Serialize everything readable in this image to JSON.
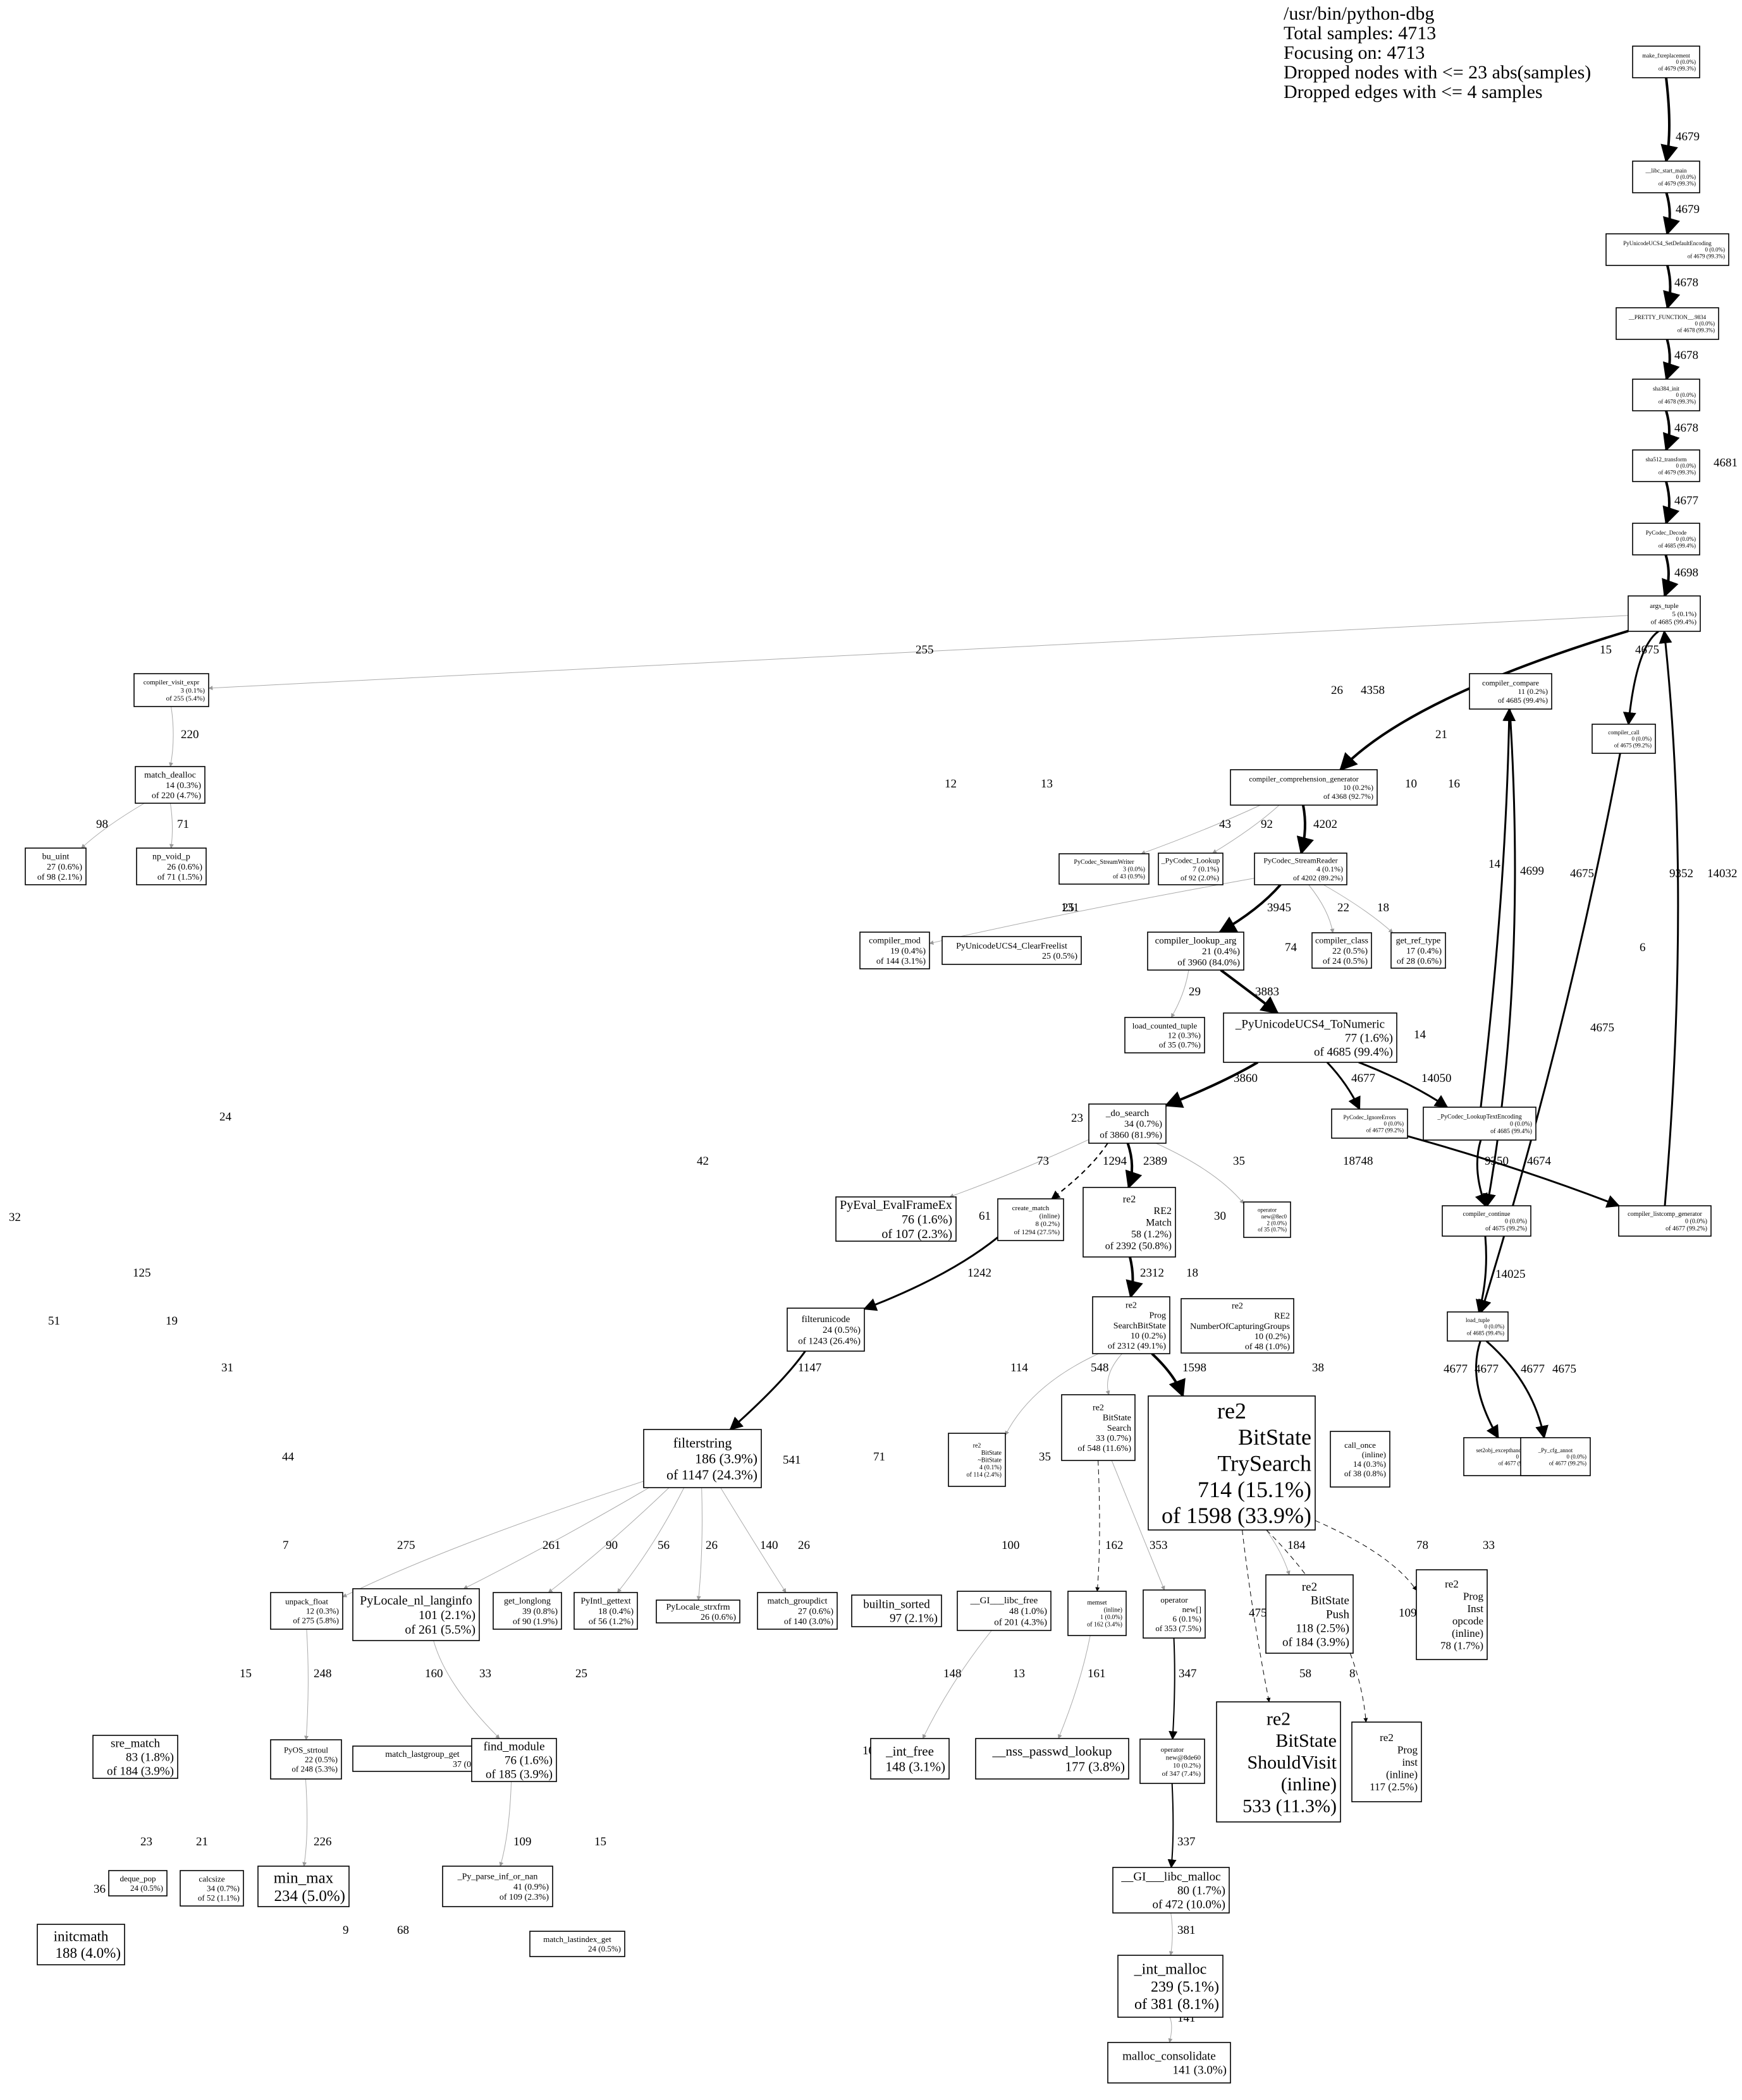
{
  "header": {
    "binary": "/usr/bin/python-dbg",
    "total_samples": "Total samples: 4713",
    "focusing": "Focusing on: 4713",
    "dropped_nodes": "Dropped nodes with <= 23 abs(samples)",
    "dropped_edges": "Dropped edges with <= 4 samples"
  },
  "nodes": [
    {
      "id": "make_fxreplacement",
      "lines": [
        "make_fxreplacement",
        "0 (0.0%)",
        "of 4679 (99.3%)"
      ]
    },
    {
      "id": "libc_start_main",
      "lines": [
        "__libc_start_main",
        "0 (0.0%)",
        "of 4679 (99.3%)"
      ]
    },
    {
      "id": "PyUnicodeUCS4_SetDefaultEncoding",
      "lines": [
        "PyUnicodeUCS4_SetDefaultEncoding",
        "0 (0.0%)",
        "of 4679 (99.3%)"
      ]
    },
    {
      "id": "PRETTY_FUNCTION_9834",
      "lines": [
        "__PRETTY_FUNCTION__.9834",
        "0 (0.0%)",
        "of 4678 (99.3%)"
      ]
    },
    {
      "id": "sha384_init",
      "lines": [
        "sha384_init",
        "0 (0.0%)",
        "of 4678 (99.3%)"
      ]
    },
    {
      "id": "sha512_transform",
      "lines": [
        "sha512_transform",
        "0 (0.0%)",
        "of 4679 (99.3%)"
      ]
    },
    {
      "id": "PyCodec_Decode",
      "lines": [
        "PyCodec_Decode",
        "0 (0.0%)",
        "of 4685 (99.4%)"
      ]
    },
    {
      "id": "args_tuple",
      "lines": [
        "args_tuple",
        "5 (0.1%)",
        "of 4685 (99.4%)"
      ]
    },
    {
      "id": "compiler_visit_expr",
      "lines": [
        "compiler_visit_expr",
        "3 (0.1%)",
        "of 255 (5.4%)"
      ]
    },
    {
      "id": "compiler_compare",
      "lines": [
        "compiler_compare",
        "11 (0.2%)",
        "of 4685 (99.4%)"
      ]
    },
    {
      "id": "compiler_call",
      "lines": [
        "compiler_call",
        "0 (0.0%)",
        "of 4675 (99.2%)"
      ]
    },
    {
      "id": "match_dealloc",
      "lines": [
        "match_dealloc",
        "14 (0.3%)",
        "of 220 (4.7%)"
      ]
    },
    {
      "id": "compiler_comprehension_generator",
      "lines": [
        "compiler_comprehension_generator",
        "10 (0.2%)",
        "of 4368 (92.7%)"
      ]
    },
    {
      "id": "bu_uint",
      "lines": [
        "bu_uint",
        "27 (0.6%)",
        "of 98 (2.1%)"
      ]
    },
    {
      "id": "np_void_p",
      "lines": [
        "np_void_p",
        "26 (0.6%)",
        "of 71 (1.5%)"
      ]
    },
    {
      "id": "PyCodec_StreamWriter",
      "lines": [
        "PyCodec_StreamWriter",
        "3 (0.0%)",
        "of 43 (0.9%)"
      ]
    },
    {
      "id": "PyCodec_Lookup",
      "lines": [
        "_PyCodec_Lookup",
        "7 (0.1%)",
        "of 92 (2.0%)"
      ]
    },
    {
      "id": "PyCodec_StreamReader",
      "lines": [
        "PyCodec_StreamReader",
        "4 (0.1%)",
        "of 4202 (89.2%)"
      ]
    },
    {
      "id": "compiler_mod",
      "lines": [
        "compiler_mod",
        "19 (0.4%)",
        "of 144 (3.1%)"
      ]
    },
    {
      "id": "PyUnicodeUCS4_ClearFreelist",
      "lines": [
        "PyUnicodeUCS4_ClearFreelist",
        "25 (0.5%)"
      ]
    },
    {
      "id": "compiler_lookup_arg",
      "lines": [
        "compiler_lookup_arg",
        "21 (0.4%)",
        "of 3960 (84.0%)"
      ]
    },
    {
      "id": "compiler_class",
      "lines": [
        "compiler_class",
        "22 (0.5%)",
        "of 24 (0.5%)"
      ]
    },
    {
      "id": "get_ref_type",
      "lines": [
        "get_ref_type",
        "17 (0.4%)",
        "of 28 (0.6%)"
      ]
    },
    {
      "id": "load_counted_tuple",
      "lines": [
        "load_counted_tuple",
        "12 (0.3%)",
        "of 35 (0.7%)"
      ]
    },
    {
      "id": "PyUnicodeUCS4_ToNumeric",
      "lines": [
        "_PyUnicodeUCS4_ToNumeric",
        "77 (1.6%)",
        "of 4685 (99.4%)"
      ]
    },
    {
      "id": "do_search",
      "lines": [
        "_do_search",
        "34 (0.7%)",
        "of 3860 (81.9%)"
      ]
    },
    {
      "id": "PyCodec_IgnoreErrors",
      "lines": [
        "PyCodec_IgnoreErrors",
        "0 (0.0%)",
        "of 4677 (99.2%)"
      ]
    },
    {
      "id": "PyCodec_LookupTextEncoding",
      "lines": [
        "_PyCodec_LookupTextEncoding",
        "0 (0.0%)",
        "of 4685 (99.4%)"
      ]
    },
    {
      "id": "PyEval_EvalFrameEx",
      "lines": [
        "PyEval_EvalFrameEx",
        "76 (1.6%)",
        "of 107 (2.3%)"
      ]
    },
    {
      "id": "create_match",
      "lines": [
        "create_match",
        "(inline)",
        "8 (0.2%)",
        "of 1294 (27.5%)"
      ]
    },
    {
      "id": "RE2_Match",
      "lines": [
        "re2",
        "RE2",
        "Match",
        "58 (1.2%)",
        "of 2392 (50.8%)"
      ]
    },
    {
      "id": "operator_new_8ec0",
      "lines": [
        "operator",
        "new@8ec0",
        "2 (0.0%)",
        "of 35 (0.7%)"
      ]
    },
    {
      "id": "compiler_continue",
      "lines": [
        "compiler_continue",
        "0 (0.0%)",
        "of 4675 (99.2%)"
      ]
    },
    {
      "id": "compiler_listcomp_generator",
      "lines": [
        "compiler_listcomp_generator",
        "0 (0.0%)",
        "of 4677 (99.2%)"
      ]
    },
    {
      "id": "filterunicode",
      "lines": [
        "filterunicode",
        "24 (0.5%)",
        "of 1243 (26.4%)"
      ]
    },
    {
      "id": "Prog_SearchBitState",
      "lines": [
        "re2",
        "Prog",
        "SearchBitState",
        "10 (0.2%)",
        "of 2312 (49.1%)"
      ]
    },
    {
      "id": "RE2_NumberOfCapturingGroups",
      "lines": [
        "re2",
        "RE2",
        "NumberOfCapturingGroups",
        "10 (0.2%)",
        "of 48 (1.0%)"
      ]
    },
    {
      "id": "load_tuple",
      "lines": [
        "load_tuple",
        "0 (0.0%)",
        "of 4685 (99.4%)"
      ]
    },
    {
      "id": "filterstring",
      "lines": [
        "filterstring",
        "186 (3.9%)",
        "of 1147 (24.3%)"
      ]
    },
    {
      "id": "BitState_BitState",
      "lines": [
        "re2",
        "BitState",
        "~BitState",
        "4 (0.1%)",
        "of 114 (2.4%)"
      ]
    },
    {
      "id": "BitState_Search",
      "lines": [
        "re2",
        "BitState",
        "Search",
        "33 (0.7%)",
        "of 548 (11.6%)"
      ]
    },
    {
      "id": "BitState_TrySearch",
      "lines": [
        "re2",
        "BitState",
        "TrySearch",
        "714 (15.1%)",
        "of 1598 (33.9%)"
      ]
    },
    {
      "id": "call_once",
      "lines": [
        "call_once",
        "(inline)",
        "14 (0.3%)",
        "of 38 (0.8%)"
      ]
    },
    {
      "id": "set2obj_exceptionhandler",
      "lines": [
        "set2obj_excepthandler",
        "0 (0.0%)",
        "of 4677 (99.2%)"
      ]
    },
    {
      "id": "Py_cfg_annot",
      "lines": [
        "_Py_cfg_annot",
        "0 (0.0%)",
        "of 4677 (99.2%)"
      ]
    },
    {
      "id": "unpack_float",
      "lines": [
        "unpack_float",
        "12 (0.3%)",
        "of 275 (5.8%)"
      ]
    },
    {
      "id": "PyLocale_nl_langinfo",
      "lines": [
        "PyLocale_nl_langinfo",
        "101 (2.1%)",
        "of 261 (5.5%)"
      ]
    },
    {
      "id": "get_longlong",
      "lines": [
        "get_longlong",
        "39 (0.8%)",
        "of 90 (1.9%)"
      ]
    },
    {
      "id": "PyIntl_gettext",
      "lines": [
        "PyIntl_gettext",
        "18 (0.4%)",
        "of 56 (1.2%)"
      ]
    },
    {
      "id": "PyLocale_strxfrm",
      "lines": [
        "PyLocale_strxfrm",
        "26 (0.6%)"
      ]
    },
    {
      "id": "match_groupdict",
      "lines": [
        "match_groupdict",
        "27 (0.6%)",
        "of 140 (3.0%)"
      ]
    },
    {
      "id": "builtin_sorted",
      "lines": [
        "builtin_sorted",
        "97 (2.1%)"
      ]
    },
    {
      "id": "GI_libc_free",
      "lines": [
        "__GI___libc_free",
        "48 (1.0%)",
        "of 201 (4.3%)"
      ]
    },
    {
      "id": "memset",
      "lines": [
        "memset",
        "(inline)",
        "1 (0.0%)",
        "of 162 (3.4%)"
      ]
    },
    {
      "id": "operator_new_arr",
      "lines": [
        "operator",
        "new[]",
        "6 (0.1%)",
        "of 353 (7.5%)"
      ]
    },
    {
      "id": "BitState_Push",
      "lines": [
        "re2",
        "BitState",
        "Push",
        "118 (2.5%)",
        "of 184 (3.9%)"
      ]
    },
    {
      "id": "Prog_Inst_opcode",
      "lines": [
        "re2",
        "Prog",
        "Inst",
        "opcode",
        "(inline)",
        "78 (1.7%)"
      ]
    },
    {
      "id": "sre_match",
      "lines": [
        "sre_match",
        "83 (1.8%)",
        "of 184 (3.9%)"
      ]
    },
    {
      "id": "PyOS_strtoul",
      "lines": [
        "PyOS_strtoul",
        "22 (0.5%)",
        "of 248 (5.3%)"
      ]
    },
    {
      "id": "match_lastgroup_get",
      "lines": [
        "match_lastgroup_get",
        "37 (0.8%)"
      ]
    },
    {
      "id": "find_module",
      "lines": [
        "find_module",
        "76 (1.6%)",
        "of 185 (3.9%)"
      ]
    },
    {
      "id": "int_free",
      "lines": [
        "_int_free",
        "148 (3.1%)"
      ]
    },
    {
      "id": "nss_passwd_lookup",
      "lines": [
        "__nss_passwd_lookup",
        "177 (3.8%)"
      ]
    },
    {
      "id": "operator_new_8de60",
      "lines": [
        "operator",
        "new@8de60",
        "10 (0.2%)",
        "of 347 (7.4%)"
      ]
    },
    {
      "id": "BitState_ShouldVisit",
      "lines": [
        "re2",
        "BitState",
        "ShouldVisit",
        "(inline)",
        "533 (11.3%)"
      ]
    },
    {
      "id": "Prog_inst",
      "lines": [
        "re2",
        "Prog",
        "inst",
        "(inline)",
        "117 (2.5%)"
      ]
    },
    {
      "id": "deque_pop",
      "lines": [
        "deque_pop",
        "24 (0.5%)"
      ]
    },
    {
      "id": "calcsize",
      "lines": [
        "calcsize",
        "34 (0.7%)",
        "of 52 (1.1%)"
      ]
    },
    {
      "id": "min_max",
      "lines": [
        "min_max",
        "234 (5.0%)"
      ]
    },
    {
      "id": "Py_parse_inf_or_nan",
      "lines": [
        "_Py_parse_inf_or_nan",
        "41 (0.9%)",
        "of 109 (2.3%)"
      ]
    },
    {
      "id": "GI_libc_malloc",
      "lines": [
        "__GI___libc_malloc",
        "80 (1.7%)",
        "of 472 (10.0%)"
      ]
    },
    {
      "id": "initcmath",
      "lines": [
        "initcmath",
        "188 (4.0%)"
      ]
    },
    {
      "id": "match_lastindex_get",
      "lines": [
        "match_lastindex_get",
        "24 (0.5%)"
      ]
    },
    {
      "id": "int_malloc",
      "lines": [
        "_int_malloc",
        "239 (5.1%)",
        "of 381 (8.1%)"
      ]
    },
    {
      "id": "malloc_consolidate",
      "lines": [
        "malloc_consolidate",
        "141 (3.0%)"
      ]
    }
  ],
  "edge_labels": [
    "4679",
    "4679",
    "4678",
    "4678",
    "4678",
    "4681",
    "4677",
    "4698",
    "255",
    "15",
    "4675",
    "26",
    "4358",
    "46",
    "220",
    "21",
    "12",
    "13",
    "10",
    "16",
    "98",
    "71",
    "43",
    "92",
    "4202",
    "14",
    "4699",
    "4675",
    "14032",
    "9352",
    "131",
    "25",
    "3945",
    "22",
    "18",
    "74",
    "6",
    "4675",
    "29",
    "3883",
    "14",
    "24",
    "3860",
    "4677",
    "14050",
    "23",
    "73",
    "1294",
    "2389",
    "35",
    "32",
    "42",
    "18748",
    "9350",
    "4674",
    "61",
    "30",
    "125",
    "1242",
    "2312",
    "18",
    "51",
    "19",
    "14025",
    "31",
    "1147",
    "114",
    "548",
    "1598",
    "38",
    "541",
    "4677",
    "4677",
    "4677",
    "4675",
    "44",
    "71",
    "35",
    "7",
    "275",
    "261",
    "90",
    "56",
    "26",
    "140",
    "26",
    "100",
    "162",
    "353",
    "184",
    "78",
    "33",
    "248",
    "160",
    "33",
    "25",
    "148",
    "13",
    "161",
    "347",
    "475",
    "109",
    "15",
    "102",
    "58",
    "8",
    "23",
    "21",
    "226",
    "109",
    "15",
    "36",
    "337",
    "9",
    "68",
    "381",
    "141"
  ]
}
